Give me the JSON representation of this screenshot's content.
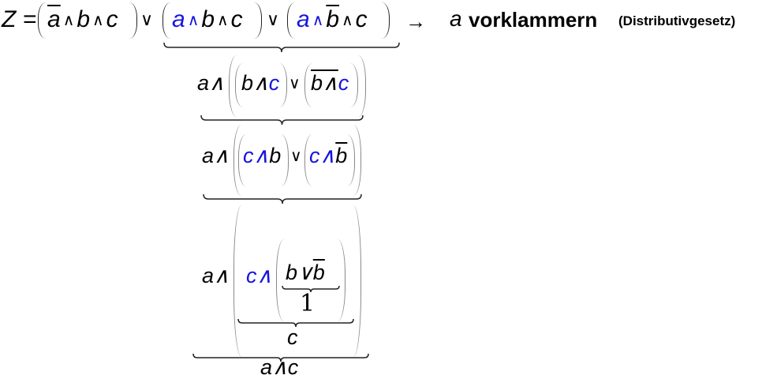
{
  "line1": {
    "lhs": "Z =",
    "term1": {
      "a": "a",
      "op1": "∧",
      "b": "b",
      "op2": "∧",
      "c": "c"
    },
    "or1": "∨",
    "term2": {
      "a": "a",
      "op1": "∧",
      "b": "b",
      "op2": "∧",
      "c": "c"
    },
    "or2": "∨",
    "term3": {
      "a": "a",
      "op1": "∧",
      "b": "b",
      "op2": "∧",
      "c": "c"
    },
    "arrow": "→",
    "note_var": "a",
    "note_text": "vorklammern",
    "note_law": "(Distributivgesetz)"
  },
  "line2": {
    "a_and": "a∧",
    "b_and": "b∧",
    "c1": "c",
    "or": "∨",
    "nb_and": "b∧",
    "c2": "c"
  },
  "line3": {
    "a_and": "a∧",
    "c_and1": "c∧",
    "b1": "b",
    "or": "∨",
    "c_and2": "c∧",
    "b2": "b"
  },
  "line4": {
    "a_and": "a∧",
    "c_and": "c∧",
    "b_or": "b∨",
    "nb": "b",
    "one": "1",
    "c": "c",
    "result": "a∧c"
  },
  "colors": {
    "highlight": "#1515e0",
    "text": "#000000"
  }
}
